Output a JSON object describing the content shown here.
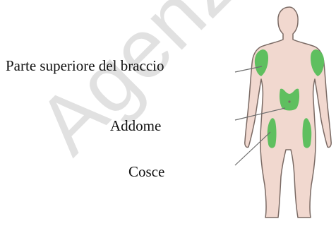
{
  "watermark": {
    "text": "Agenzia",
    "color": "#dcdcdc"
  },
  "labels": {
    "upper_arm": "Parte superiore del braccio",
    "abdomen": "Addome",
    "thighs": "Cosce"
  },
  "colors": {
    "skin": "#f1d8cf",
    "outline": "#7a6a64",
    "injection_site": "#5fbf5f",
    "leader_line": "#6e6e6e",
    "text": "#111111"
  }
}
